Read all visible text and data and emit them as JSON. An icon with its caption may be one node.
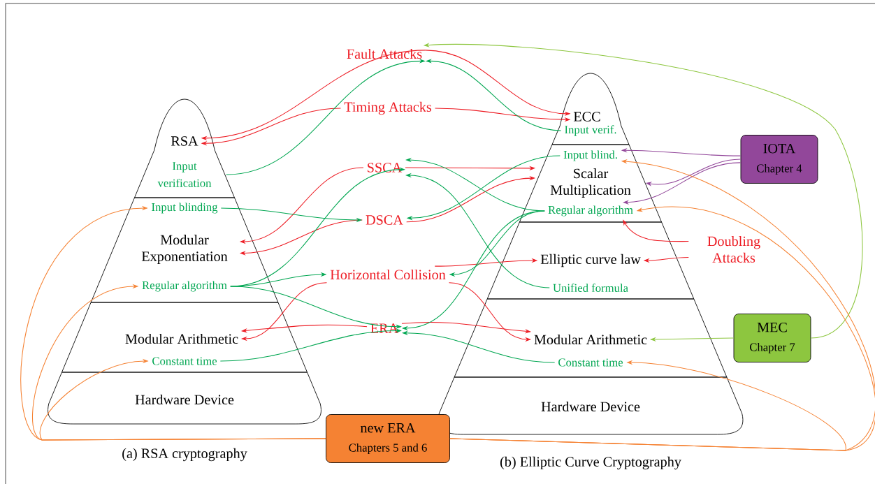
{
  "diagram": {
    "nodes": [
      {
        "text": [
          "RSA"
        ]
      },
      {
        "text": [
          "Input verification"
        ]
      },
      {
        "text": [
          "Modular Exponentiation"
        ]
      },
      {
        "text": [
          "Input blinding"
        ]
      },
      {
        "text": [
          "Regular algorithm"
        ]
      },
      {
        "text": [
          "Modular Arithmetic"
        ]
      },
      {
        "text": [
          "Constant time"
        ]
      },
      {
        "text": [
          "Hardware Device"
        ]
      },
      {
        "text": [
          "Fault Attacks"
        ]
      },
      {
        "text": [
          "Timing Attacks"
        ]
      },
      {
        "text": [
          "SSCA"
        ]
      },
      {
        "text": [
          "DSCA"
        ]
      },
      {
        "text": [
          "Horizontal Collision"
        ]
      },
      {
        "text": [
          "ERA"
        ]
      },
      {
        "text": [
          "ECC"
        ]
      },
      {
        "text": [
          "Input verif."
        ]
      },
      {
        "text": [
          "Scalar Multiplication"
        ]
      },
      {
        "text": [
          "Input blind."
        ]
      },
      {
        "text": [
          "Regular algorithm"
        ]
      },
      {
        "text": [
          "Elliptic curve law"
        ]
      },
      {
        "text": [
          "Unified formula"
        ]
      },
      {
        "text": [
          "Modular Arithmetic"
        ]
      },
      {
        "text": [
          "Constant time"
        ]
      },
      {
        "text": [
          "Hardware Device"
        ]
      },
      {
        "text": [
          "Doubling Attacks"
        ]
      },
      {
        "text": [
          "IOTA",
          "Chapter 4"
        ]
      },
      {
        "text": [
          "MEC",
          "Chapter 7"
        ]
      },
      {
        "text": [
          "new ERA",
          "Chapters 5 and 6"
        ]
      }
    ],
    "edges": [
      {
        "from": 8,
        "to": 0,
        "arrow": "to"
      },
      {
        "from": 9,
        "to": 0,
        "arrow": "to"
      },
      {
        "from": 10,
        "to": 2,
        "arrow": "to"
      },
      {
        "from": 11,
        "to": 2,
        "arrow": "to"
      },
      {
        "from": 12,
        "to": 5,
        "arrow": "to"
      },
      {
        "from": 13,
        "to": 5,
        "arrow": "to"
      },
      {
        "from": 8,
        "to": 14,
        "arrow": "to"
      },
      {
        "from": 9,
        "to": 14,
        "arrow": "to"
      },
      {
        "from": 10,
        "to": 16,
        "arrow": "to"
      },
      {
        "from": 11,
        "to": 16,
        "arrow": "to"
      },
      {
        "from": 12,
        "to": 19,
        "arrow": "to"
      },
      {
        "from": 12,
        "to": 21,
        "arrow": "to"
      },
      {
        "from": 13,
        "to": 21,
        "arrow": "to"
      },
      {
        "from": 24,
        "to": 18,
        "arrow": "to"
      },
      {
        "from": 24,
        "to": 19,
        "arrow": "to"
      },
      {
        "from": 1,
        "to": 8,
        "arrow": "to",
        "color": "#00a651"
      },
      {
        "from": 3,
        "to": 11,
        "arrow": "to",
        "color": "#00a651"
      },
      {
        "from": 4,
        "to": 10,
        "arrow": "to",
        "color": "#00a651"
      },
      {
        "from": 4,
        "to": 12,
        "arrow": "to",
        "color": "#00a651"
      },
      {
        "from": 4,
        "to": 13,
        "arrow": "to",
        "color": "#00a651"
      },
      {
        "from": 6,
        "to": 13,
        "arrow": "to",
        "color": "#00a651"
      },
      {
        "from": 15,
        "to": 8,
        "arrow": "to",
        "color": "#00a651"
      },
      {
        "from": 17,
        "to": 11,
        "arrow": "to",
        "color": "#00a651"
      },
      {
        "from": 18,
        "to": 10,
        "arrow": "to",
        "color": "#00a651"
      },
      {
        "from": 20,
        "to": 10,
        "arrow": "to",
        "color": "#00a651"
      },
      {
        "from": 18,
        "to": 12,
        "arrow": "to",
        "color": "#00a651"
      },
      {
        "from": 18,
        "to": 13,
        "arrow": "to",
        "color": "#00a651"
      },
      {
        "from": 22,
        "to": 13,
        "arrow": "to",
        "color": "#00a651"
      },
      {
        "from": 25,
        "to": 17,
        "arrow": "to",
        "color": "#92479a"
      },
      {
        "from": 25,
        "to": 16,
        "arrow": "to",
        "color": "#92479a"
      },
      {
        "from": 25,
        "to": 18,
        "arrow": "to",
        "color": "#92479a"
      },
      {
        "from": 26,
        "to": 21,
        "arrow": "to",
        "color": "#8dc63f"
      },
      {
        "from": 26,
        "to": 8,
        "arrow": "to",
        "color": "#8dc63f"
      },
      {
        "from": 27,
        "to": 3,
        "arrow": "to",
        "color": "#f58233"
      },
      {
        "from": 27,
        "to": 4,
        "arrow": "to",
        "color": "#f58233"
      },
      {
        "from": 27,
        "to": 6,
        "arrow": "to",
        "color": "#f58233"
      },
      {
        "from": 27,
        "to": 17,
        "arrow": "to",
        "color": "#f58233"
      },
      {
        "from": 27,
        "to": 18,
        "arrow": "to",
        "color": "#f58233"
      },
      {
        "from": 27,
        "to": 22,
        "arrow": "to",
        "color": "#f58233"
      }
    ],
    "labels": [
      "(a) RSA cryptography",
      "(b) Elliptic Curve Cryptography"
    ]
  }
}
